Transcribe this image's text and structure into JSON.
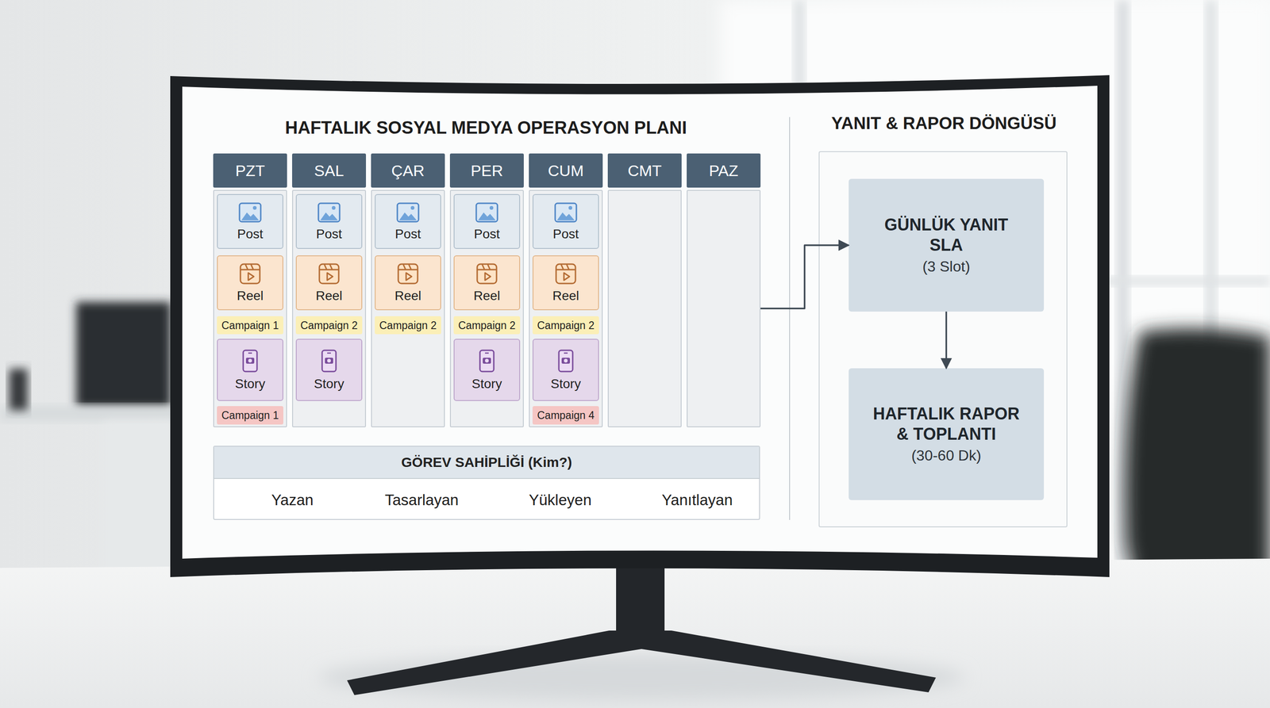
{
  "diagram": {
    "title": "HAFTALIK SOSYAL MEDYA OPERASYON PLANI",
    "nodes": [
      {
        "text": [
          "PZT"
        ]
      },
      {
        "text": [
          "Post"
        ],
        "in": 0
      },
      {
        "text": [
          "Reel"
        ],
        "in": 0
      },
      {
        "text": [
          "Campaign 1"
        ],
        "in": 0
      },
      {
        "text": [
          "Story"
        ],
        "in": 0
      },
      {
        "text": [
          "Campaign 1"
        ],
        "in": 0
      },
      {
        "text": [
          "SAL"
        ]
      },
      {
        "text": [
          "Post"
        ],
        "in": 6
      },
      {
        "text": [
          "Reel"
        ],
        "in": 6
      },
      {
        "text": [
          "Campaign 2"
        ],
        "in": 6
      },
      {
        "text": [
          "Story"
        ],
        "in": 6
      },
      {
        "text": [
          "ÇAR"
        ]
      },
      {
        "text": [
          "Post"
        ],
        "in": 11
      },
      {
        "text": [
          "Reel"
        ],
        "in": 11
      },
      {
        "text": [
          "Campaign 2"
        ],
        "in": 11
      },
      {
        "text": [
          "PER"
        ]
      },
      {
        "text": [
          "Post"
        ],
        "in": 15
      },
      {
        "text": [
          "Reel"
        ],
        "in": 15
      },
      {
        "text": [
          "Campaign 2"
        ],
        "in": 15
      },
      {
        "text": [
          "Story"
        ],
        "in": 15
      },
      {
        "text": [
          "CUM"
        ]
      },
      {
        "text": [
          "Post"
        ],
        "in": 20
      },
      {
        "text": [
          "Reel"
        ],
        "in": 20
      },
      {
        "text": [
          "Campaign 2"
        ],
        "in": 20
      },
      {
        "text": [
          "Story"
        ],
        "in": 20
      },
      {
        "text": [
          "Campaign 4"
        ],
        "in": 20
      },
      {
        "text": [
          "CMT"
        ]
      },
      {
        "text": [
          "PAZ"
        ]
      },
      {
        "text": [
          "GÖREV SAHİPLİĞİ (Kim?)"
        ]
      },
      {
        "text": [
          "YANIT & RAPOR DÖNGÜSÜ"
        ]
      },
      {
        "text": [
          "GÜNLÜK YANIT SLA",
          "(3 Slot)"
        ],
        "in": 29
      },
      {
        "text": [
          "HAFTALIK RAPOR & TOPLANTI",
          "(30-60 Dk)"
        ],
        "in": 29
      }
    ],
    "edges": [
      {
        "from": 27,
        "to": 30,
        "arrow": "to"
      },
      {
        "from": 30,
        "to": 31,
        "arrow": "to"
      }
    ],
    "labels": [
      "Yazan",
      "Tasarlayan",
      "Yükleyen",
      "Yanıtlayan"
    ]
  }
}
